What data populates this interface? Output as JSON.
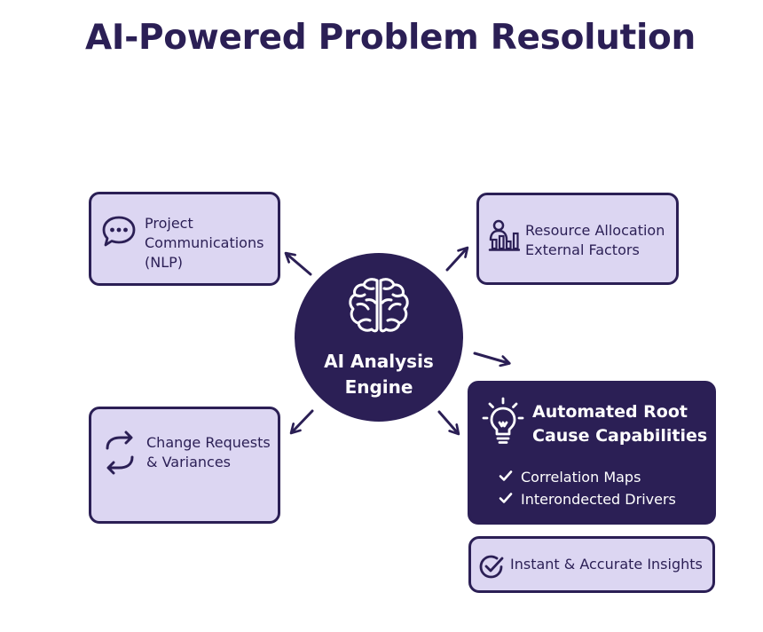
{
  "title": "AI-Powered Problem Resolution",
  "hub": {
    "line1": "AI Analysis",
    "line2": "Engine",
    "icon": "brain-icon"
  },
  "nodes": {
    "communications": {
      "lines": [
        "Project",
        "Communications",
        "(NLP)"
      ],
      "icon": "chat-bubble-icon"
    },
    "resource": {
      "lines": [
        "Resource Allocation",
        "External Factors"
      ],
      "icon": "people-chart-icon"
    },
    "change": {
      "lines": [
        "Change Requests",
        "& Variances"
      ],
      "icon": "refresh-arrows-icon"
    },
    "root_cause": {
      "heading_lines": [
        "Automated Root",
        "Cause Capabilities"
      ],
      "items": [
        "Correlation Maps",
        "Interondected Drivers"
      ],
      "icon": "lightbulb-icon"
    },
    "insights": {
      "label": "Instant & Accurate Insights",
      "icon": "check-circle-icon"
    }
  },
  "colors": {
    "primary": "#2b1f55",
    "box_fill": "#dcd6f2",
    "text_light": "#ffffff"
  }
}
